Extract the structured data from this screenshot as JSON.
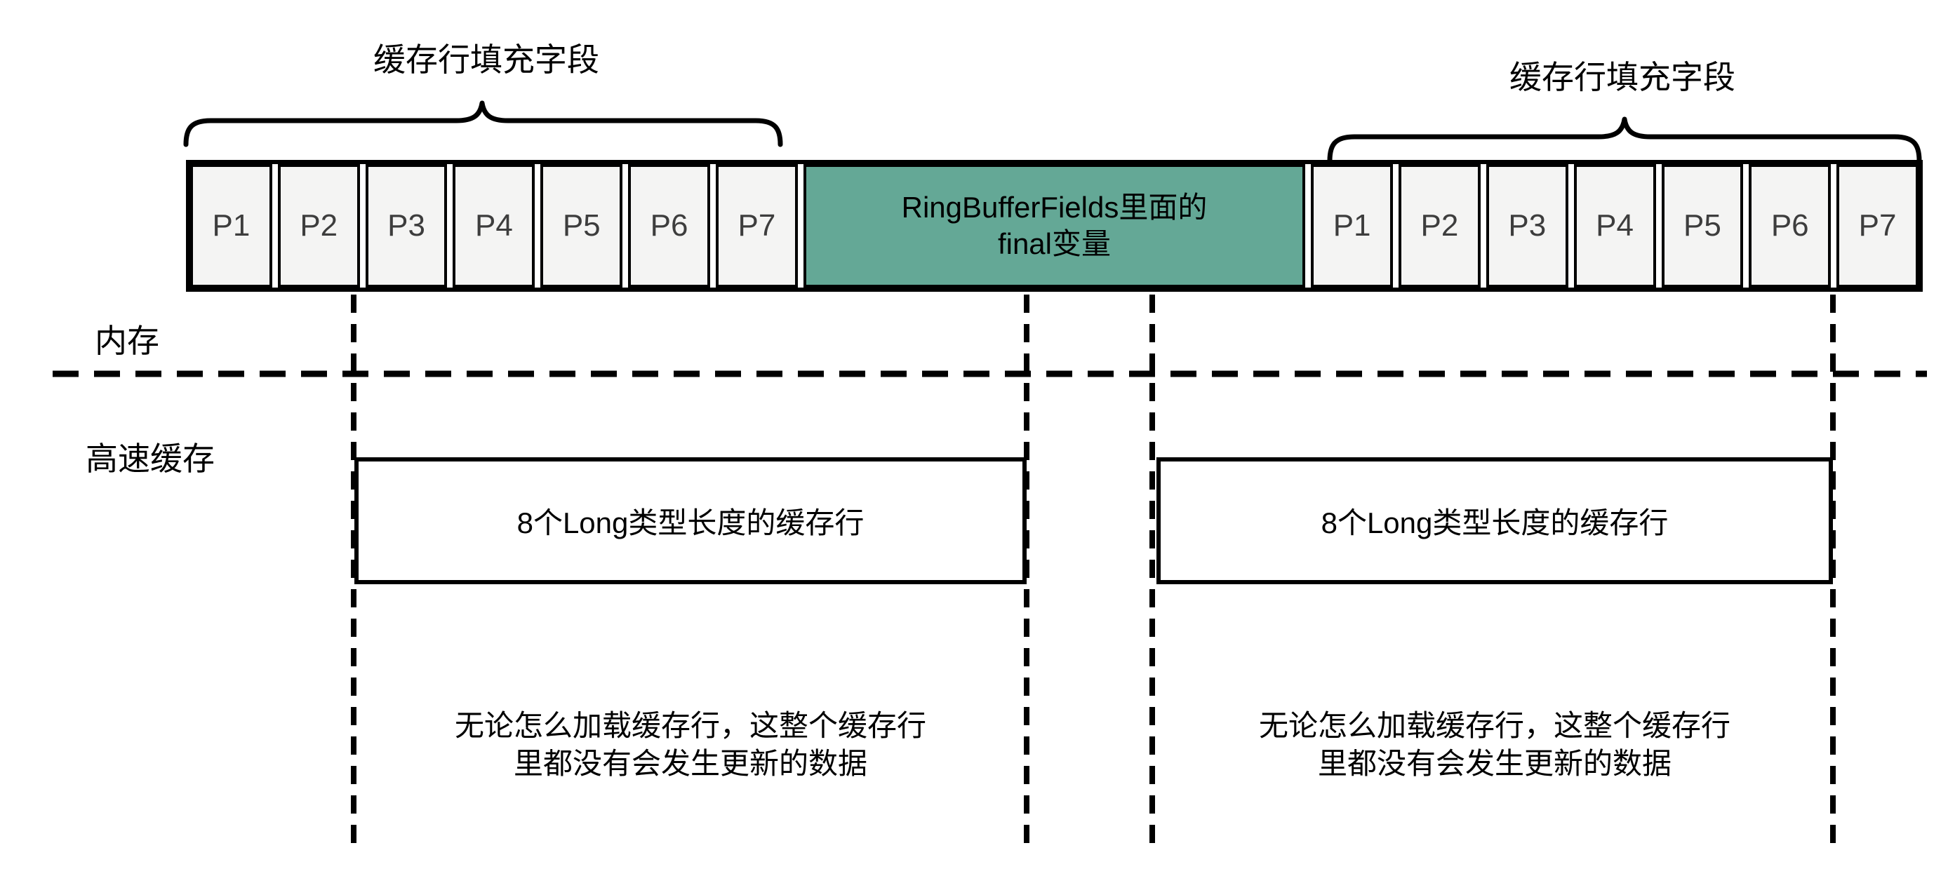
{
  "colors": {
    "ink": "#000000",
    "bg": "#ffffff",
    "cell_fill": "#f4f4f3",
    "green_fill": "#64a896",
    "p_label": "#3d3d3d"
  },
  "braces": {
    "left": {
      "label": "缓存行填充字段"
    },
    "right": {
      "label": "缓存行填充字段"
    }
  },
  "memory_row": {
    "left_cells": [
      "P1",
      "P2",
      "P3",
      "P4",
      "P5",
      "P6",
      "P7"
    ],
    "center": {
      "line1": "RingBufferFields里面的",
      "line2": "final变量"
    },
    "right_cells": [
      "P1",
      "P2",
      "P3",
      "P4",
      "P5",
      "P6",
      "P7"
    ]
  },
  "section_labels": {
    "memory": "内存",
    "cache": "高速缓存"
  },
  "cache_line_boxes": {
    "left": {
      "label": "8个Long类型长度的缓存行"
    },
    "right": {
      "label": "8个Long类型长度的缓存行"
    }
  },
  "notes": {
    "left": {
      "line1": "无论怎么加载缓存行，这整个缓存行",
      "line2": "里都没有会发生更新的数据"
    },
    "right": {
      "line1": "无论怎么加载缓存行，这整个缓存行",
      "line2": "里都没有会发生更新的数据"
    }
  }
}
